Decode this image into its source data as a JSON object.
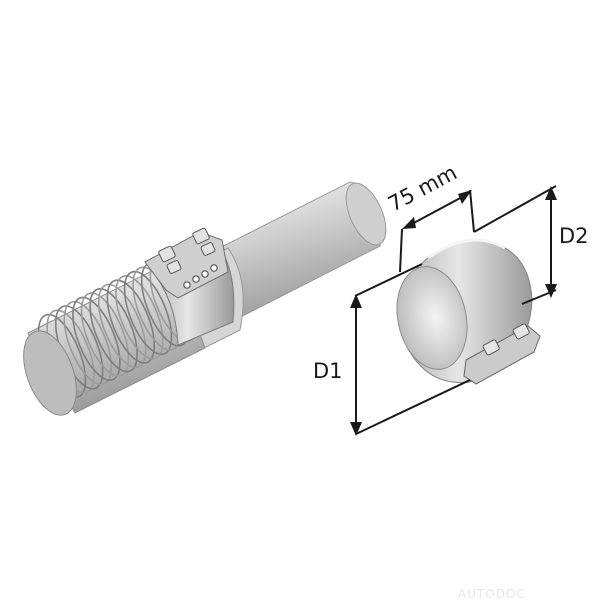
{
  "dimensions": {
    "length_label": "75 mm",
    "d1_label": "D1",
    "d2_label": "D2"
  },
  "watermark": "AUTODOC",
  "colors": {
    "metal_light": "#e8e8e8",
    "metal_mid": "#c4c4c4",
    "metal_dark": "#8a8a8a",
    "line": "#1a1a1a",
    "watermark": "#e6e6e6"
  }
}
